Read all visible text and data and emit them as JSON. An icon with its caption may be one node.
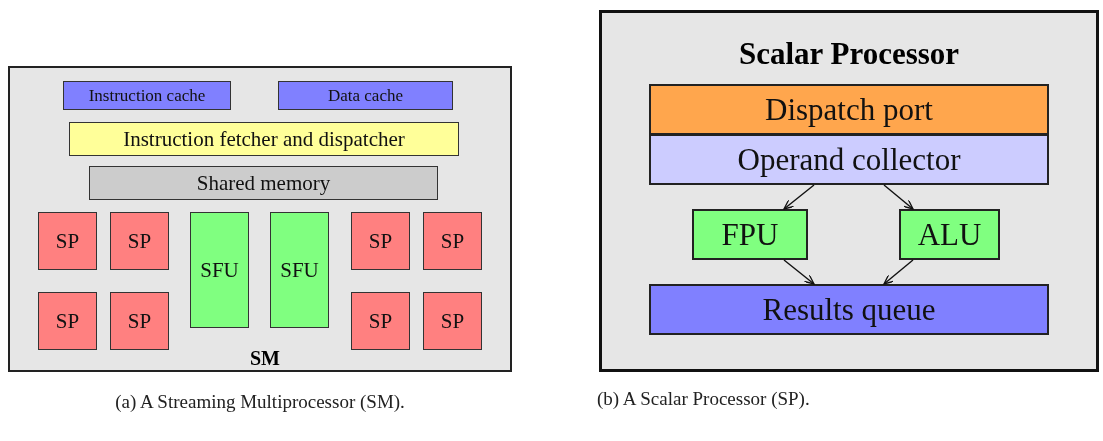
{
  "diagram": {
    "nodes": [
      {
        "text": [
          "SM"
        ]
      },
      {
        "text": [
          "Instruction cache"
        ],
        "in": 0
      },
      {
        "text": [
          "Data cache"
        ],
        "in": 0
      },
      {
        "text": [
          "Instruction fetcher and dispatcher"
        ],
        "in": 0
      },
      {
        "text": [
          "Shared memory"
        ],
        "in": 0
      },
      {
        "text": [
          "SP"
        ],
        "in": 0
      },
      {
        "text": [
          "SP"
        ],
        "in": 0
      },
      {
        "text": [
          "SFU"
        ],
        "in": 0
      },
      {
        "text": [
          "SFU"
        ],
        "in": 0
      },
      {
        "text": [
          "SP"
        ],
        "in": 0
      },
      {
        "text": [
          "SP"
        ],
        "in": 0
      },
      {
        "text": [
          "SP"
        ],
        "in": 0
      },
      {
        "text": [
          "SP"
        ],
        "in": 0
      },
      {
        "text": [
          "SP"
        ],
        "in": 0
      },
      {
        "text": [
          "SP"
        ],
        "in": 0
      },
      {
        "text": [
          "Scalar Processor"
        ]
      },
      {
        "text": [
          "Dispatch port"
        ],
        "in": 15
      },
      {
        "text": [
          "Operand collector"
        ],
        "in": 15
      },
      {
        "text": [
          "FPU"
        ],
        "in": 15
      },
      {
        "text": [
          "ALU"
        ],
        "in": 15
      },
      {
        "text": [
          "Results queue"
        ],
        "in": 15
      }
    ],
    "edges": [
      {
        "from": 17,
        "to": 18,
        "arrow": "to"
      },
      {
        "from": 17,
        "to": 19,
        "arrow": "to"
      },
      {
        "from": 18,
        "to": 20,
        "arrow": "to"
      },
      {
        "from": 19,
        "to": 20,
        "arrow": "to"
      }
    ],
    "labels": [
      "(a) A Streaming Multiprocessor (SM).",
      "(b) A Scalar Processor (SP)."
    ]
  }
}
